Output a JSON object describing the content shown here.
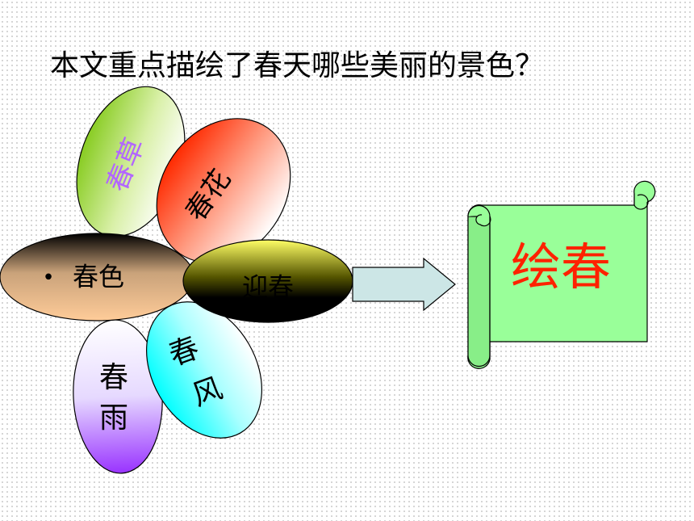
{
  "slide": {
    "title": "本文重点描绘了春天哪些美丽的景色？"
  },
  "petals": {
    "chuncao": "春草",
    "chunhua": "春花",
    "chunse_bullet": "•",
    "chunse": "春色",
    "yingchun": "迎春",
    "chunfeng_1": "春",
    "chunfeng_2": "风",
    "chunyu_1": "春",
    "chunyu_2": "雨"
  },
  "scroll": {
    "label": "绘春"
  },
  "colors": {
    "scroll_fill": "#99ff99",
    "scroll_text": "#ff2200",
    "arrow_fill": "#cce6e6",
    "chuncao_text": "#b266ff"
  }
}
